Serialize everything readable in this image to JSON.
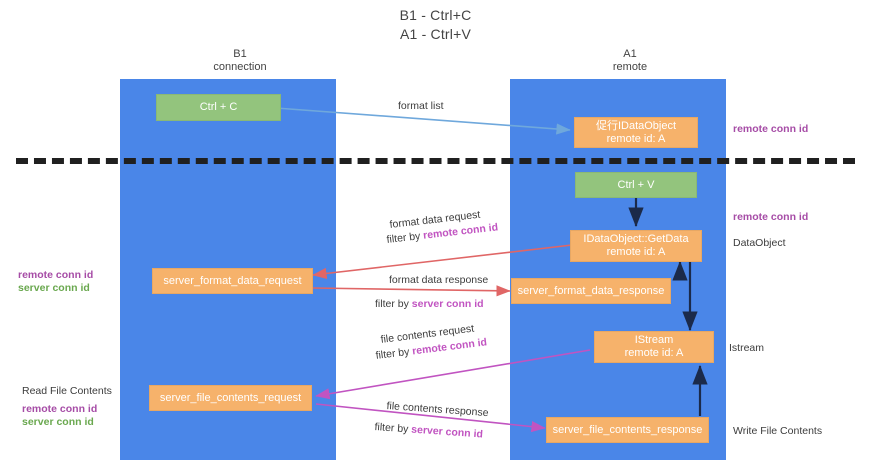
{
  "title": {
    "line1": "B1 - Ctrl+C",
    "line2": "A1 - Ctrl+V"
  },
  "columns": [
    {
      "name": "B1",
      "subtitle": "connection"
    },
    {
      "name": "A1",
      "subtitle": "remote"
    }
  ],
  "boxes": {
    "ctrl_c": {
      "label": "Ctrl + C",
      "color": "#93c47d"
    },
    "ctrl_v": {
      "label": "Ctrl + V",
      "color": "#93c47d"
    },
    "idataobject": {
      "line1": "促行IDataObject",
      "line2": "remote id: A",
      "color": "#f6b26b"
    },
    "getdata": {
      "line1": "IDataObject::GetData",
      "line2": "remote id: A",
      "color": "#f6b26b"
    },
    "istream": {
      "line1": "IStream",
      "line2": "remote id: A",
      "color": "#f6b26b"
    },
    "server_format_data_request": {
      "label": "server_format_data_request",
      "color": "#f6b26b"
    },
    "server_format_data_response": {
      "label": "server_format_data_response",
      "color": "#f6b26b"
    },
    "server_file_contents_request": {
      "label": "server_file_contents_request",
      "color": "#f6b26b"
    },
    "server_file_contents_response": {
      "label": "server_file_contents_response",
      "color": "#f6b26b"
    }
  },
  "arrows": {
    "format_list": {
      "label": "format list"
    },
    "format_data_request": {
      "label": "format data request",
      "filter_prefix": "filter by ",
      "filter_key": "remote conn id"
    },
    "format_data_response": {
      "label": "format data response",
      "filter_prefix": "filter by ",
      "filter_key": "server conn id"
    },
    "file_contents_request": {
      "label": "file contents request",
      "filter_prefix": "filter by ",
      "filter_key": "remote conn id"
    },
    "file_contents_response": {
      "label": "file contents response",
      "filter_prefix": "filter by ",
      "filter_key": "server conn id"
    }
  },
  "side_labels": {
    "right_remote_conn_id_top": "remote conn id",
    "right_remote_conn_id_mid": "remote conn id",
    "right_dataobject": "DataObject",
    "right_istream": "Istream",
    "right_write_file_contents": "Write File Contents",
    "left_remote_conn_id_mid": "remote conn id",
    "left_server_conn_id_mid": "server conn id",
    "left_read_file_contents": "Read File Contents",
    "left_remote_conn_id_bottom": "remote conn id",
    "left_server_conn_id_bottom": "server conn id"
  },
  "colors": {
    "lane": "#4a86e8",
    "green_box": "#93c47d",
    "orange_box": "#f6b26b",
    "purple_text": "#a64ca6",
    "green_text": "#6aa84f",
    "arrow_blue": "#6fa8dc",
    "arrow_red": "#e06666",
    "arrow_magenta": "#c154c1",
    "arrow_dark": "#1b2a4a",
    "separator": "#202020"
  }
}
